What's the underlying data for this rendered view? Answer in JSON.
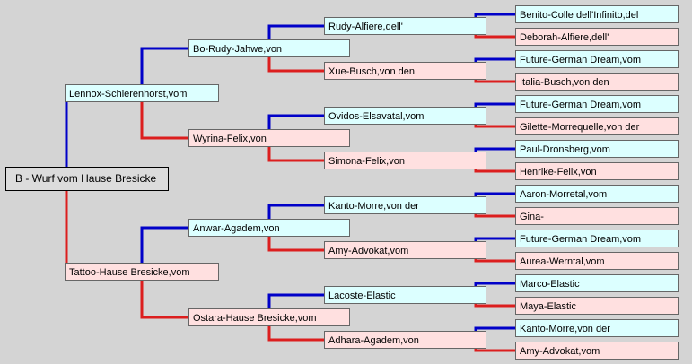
{
  "colors": {
    "male_line": "#0000c8",
    "female_line": "#dc1e1e",
    "male_box": "#dcffff",
    "female_box": "#ffe0e0",
    "background": "#d4d4d4"
  },
  "root": "B - Wurf vom Hause Bresicke",
  "sire": "Lennox-Schierenhorst,vom",
  "dam": "Tattoo-Hause Bresicke,vom",
  "gen2": [
    "Bo-Rudy-Jahwe,von",
    "Wyrina-Felix,von",
    "Anwar-Agadem,von",
    "Ostara-Hause Bresicke,vom"
  ],
  "gen3": [
    "Rudy-Alfiere,dell'",
    "Xue-Busch,von den",
    "Ovidos-Elsavatal,vom",
    "Simona-Felix,von",
    "Kanto-Morre,von der",
    "Amy-Advokat,vom",
    "Lacoste-Elastic",
    "Adhara-Agadem,von"
  ],
  "gen4": [
    "Benito-Colle dell'Infinito,del",
    "Deborah-Alfiere,dell'",
    "Future-German Dream,vom",
    "Italia-Busch,von den",
    "Future-German Dream,vom",
    "Gilette-Morrequelle,von der",
    "Paul-Dronsberg,vom",
    "Henrike-Felix,von",
    "Aaron-Morretal,vom",
    "Gina-",
    "Future-German Dream,vom",
    "Aurea-Werntal,vom",
    "Marco-Elastic",
    "Maya-Elastic",
    "Kanto-Morre,von der",
    "Amy-Advokat,vom"
  ]
}
